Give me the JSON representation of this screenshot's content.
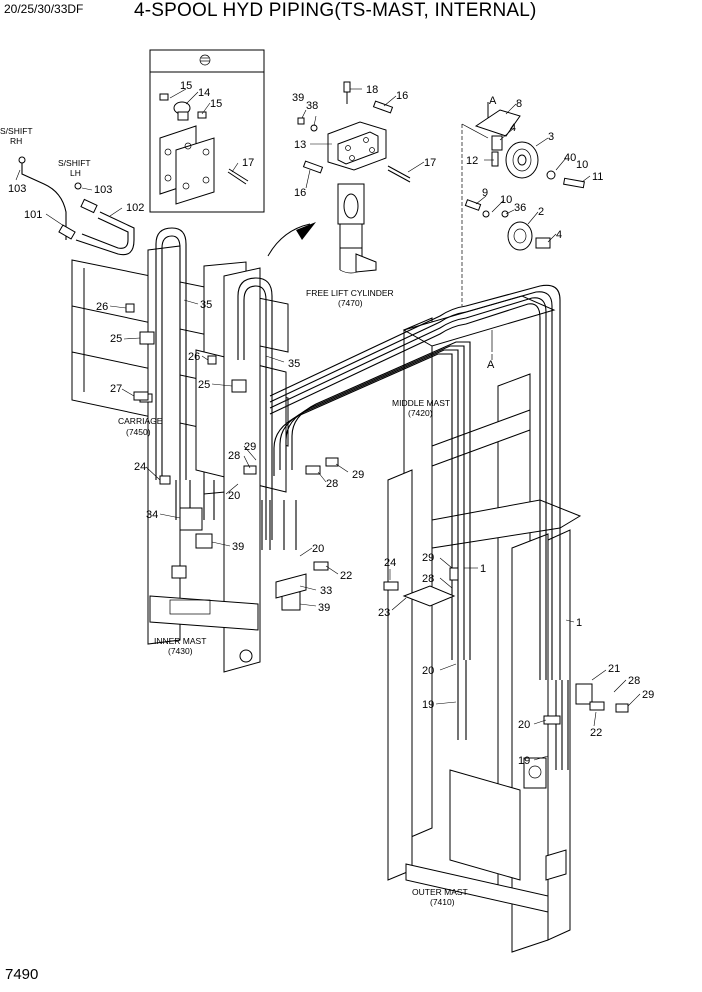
{
  "header": {
    "model": "20/25/30/33DF",
    "title": "4-SPOOL HYD PIPING(TS-MAST, INTERNAL)"
  },
  "footer": {
    "page_number": "7490"
  },
  "component_labels": {
    "s_shift_rh_line1": "S/SHIFT",
    "s_shift_rh_line2": "RH",
    "s_shift_lh_line1": "S/SHIFT",
    "s_shift_lh_line2": "LH",
    "free_lift_line1": "FREE LIFT CYLINDER",
    "free_lift_line2": "(7470)",
    "carriage_line1": "CARRIAGE",
    "carriage_line2": "(7450)",
    "middle_mast_line1": "MIDDLE MAST",
    "middle_mast_line2": "(7420)",
    "inner_mast_line1": "INNER MAST",
    "inner_mast_line2": "(7430)",
    "outer_mast_line1": "OUTER MAST",
    "outer_mast_line2": "(7410)",
    "view_a_top": "A",
    "view_a_bottom": "A"
  },
  "callouts": [
    "15",
    "14",
    "15",
    "17",
    "18",
    "39",
    "38",
    "16",
    "13",
    "17",
    "16",
    "A",
    "8",
    "4",
    "3",
    "12",
    "40",
    "10",
    "11",
    "9",
    "10",
    "36",
    "2",
    "4",
    "103",
    "103",
    "101",
    "102",
    "26",
    "35",
    "25",
    "26",
    "35",
    "25",
    "27",
    "29",
    "28",
    "29",
    "28",
    "24",
    "20",
    "34",
    "39",
    "20",
    "22",
    "33",
    "39",
    "24",
    "29",
    "28",
    "23",
    "1",
    "1",
    "20",
    "19",
    "21",
    "28",
    "29",
    "20",
    "22",
    "19"
  ]
}
